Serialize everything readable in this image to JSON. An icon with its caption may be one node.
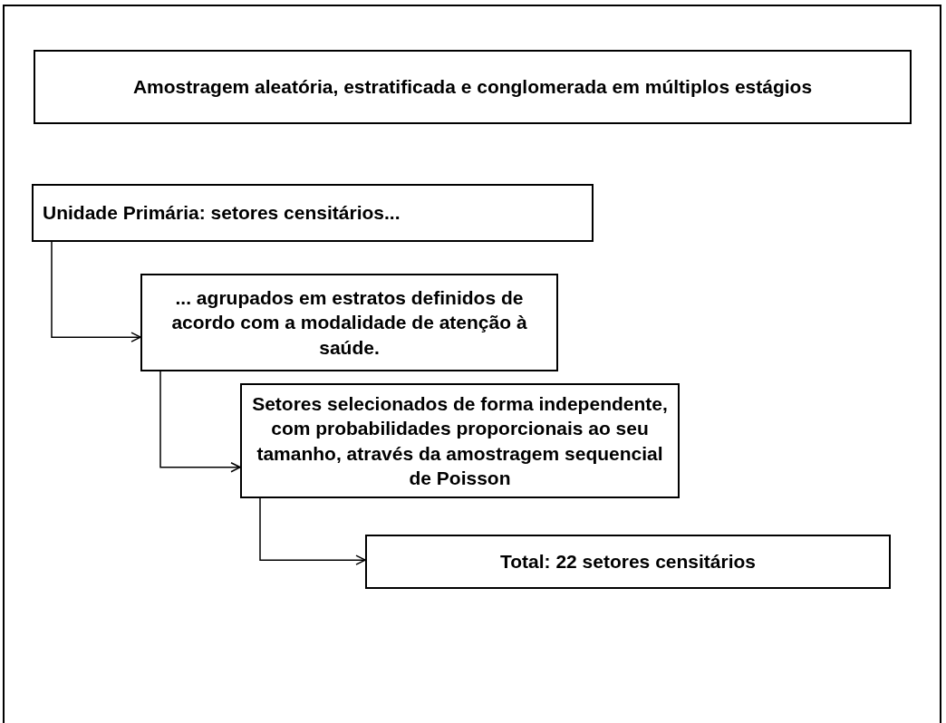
{
  "diagram": {
    "nodes": [
      {
        "text": [
          "Amostragem aleatória, estratificada e conglomerada em múltiplos estágios"
        ]
      },
      {
        "text": [
          "Unidade Primária: setores censitários..."
        ]
      },
      {
        "text": [
          "... agrupados em estratos definidos de acordo com a modalidade de atenção à saúde."
        ]
      },
      {
        "text": [
          "Setores selecionados de forma independente, com probabilidades proporcionais ao seu tamanho, através da amostragem sequencial de Poisson"
        ]
      },
      {
        "text": [
          "Total: 22 setores censitários"
        ]
      }
    ],
    "edges": [
      {
        "from": 1,
        "to": 2,
        "arrow": "to"
      },
      {
        "from": 2,
        "to": 3,
        "arrow": "to"
      },
      {
        "from": 3,
        "to": 4,
        "arrow": "to"
      }
    ]
  }
}
